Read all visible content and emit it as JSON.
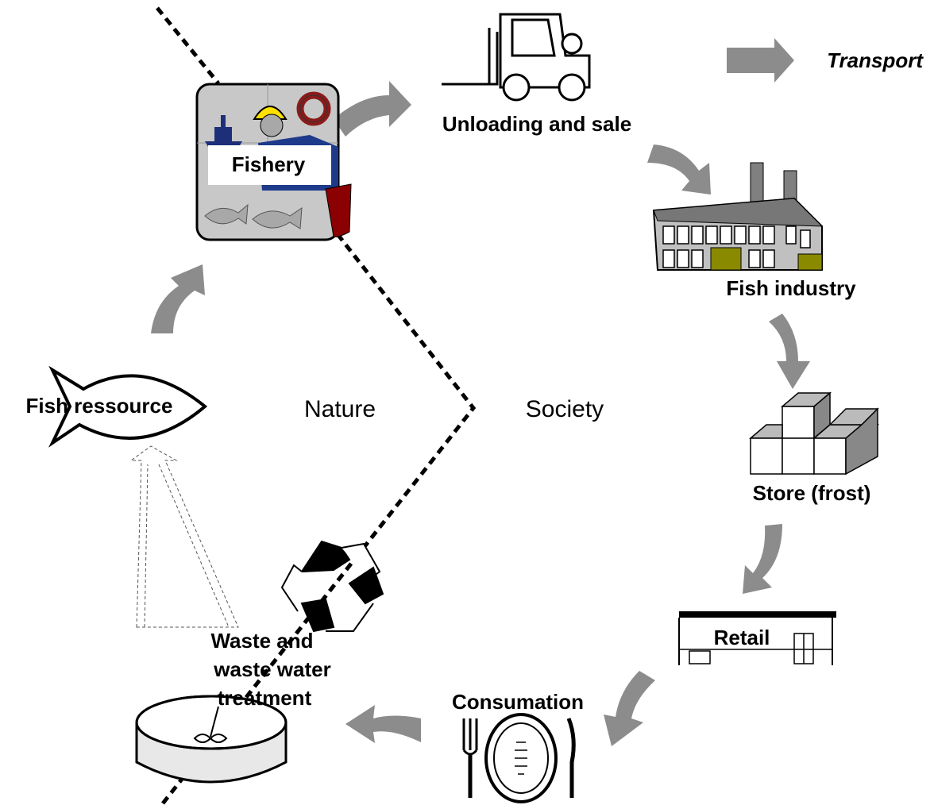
{
  "labels": {
    "fishery": "Fishery",
    "unloading": "Unloading and sale",
    "transport": "Transport",
    "fish_industry": "Fish industry",
    "store": "Store (frost)",
    "retail": "Retail",
    "consumation": "Consumation",
    "waste_line1": "Waste and",
    "waste_line2": "waste water",
    "waste_line3": "treatment",
    "fish_resource": "Fish ressource",
    "nature": "Nature",
    "society": "Society"
  },
  "icons": [
    "fishery-icon",
    "forklift-icon",
    "factory-icon",
    "frozen-boxes-icon",
    "retail-store-icon",
    "plate-cutlery-icon",
    "recycle-icon",
    "treatment-tank-icon",
    "fish-outline-icon"
  ],
  "colors": {
    "arrow": "#8c8c8c",
    "boundary": "#000000",
    "fishery_panel": "#c8c8c8",
    "factory_wall": "#c0c0c0",
    "factory_door": "#8a8a00",
    "fishery_flag": "#8b0000",
    "ship": "#1e2f7a",
    "helmet": "#ffe000"
  }
}
